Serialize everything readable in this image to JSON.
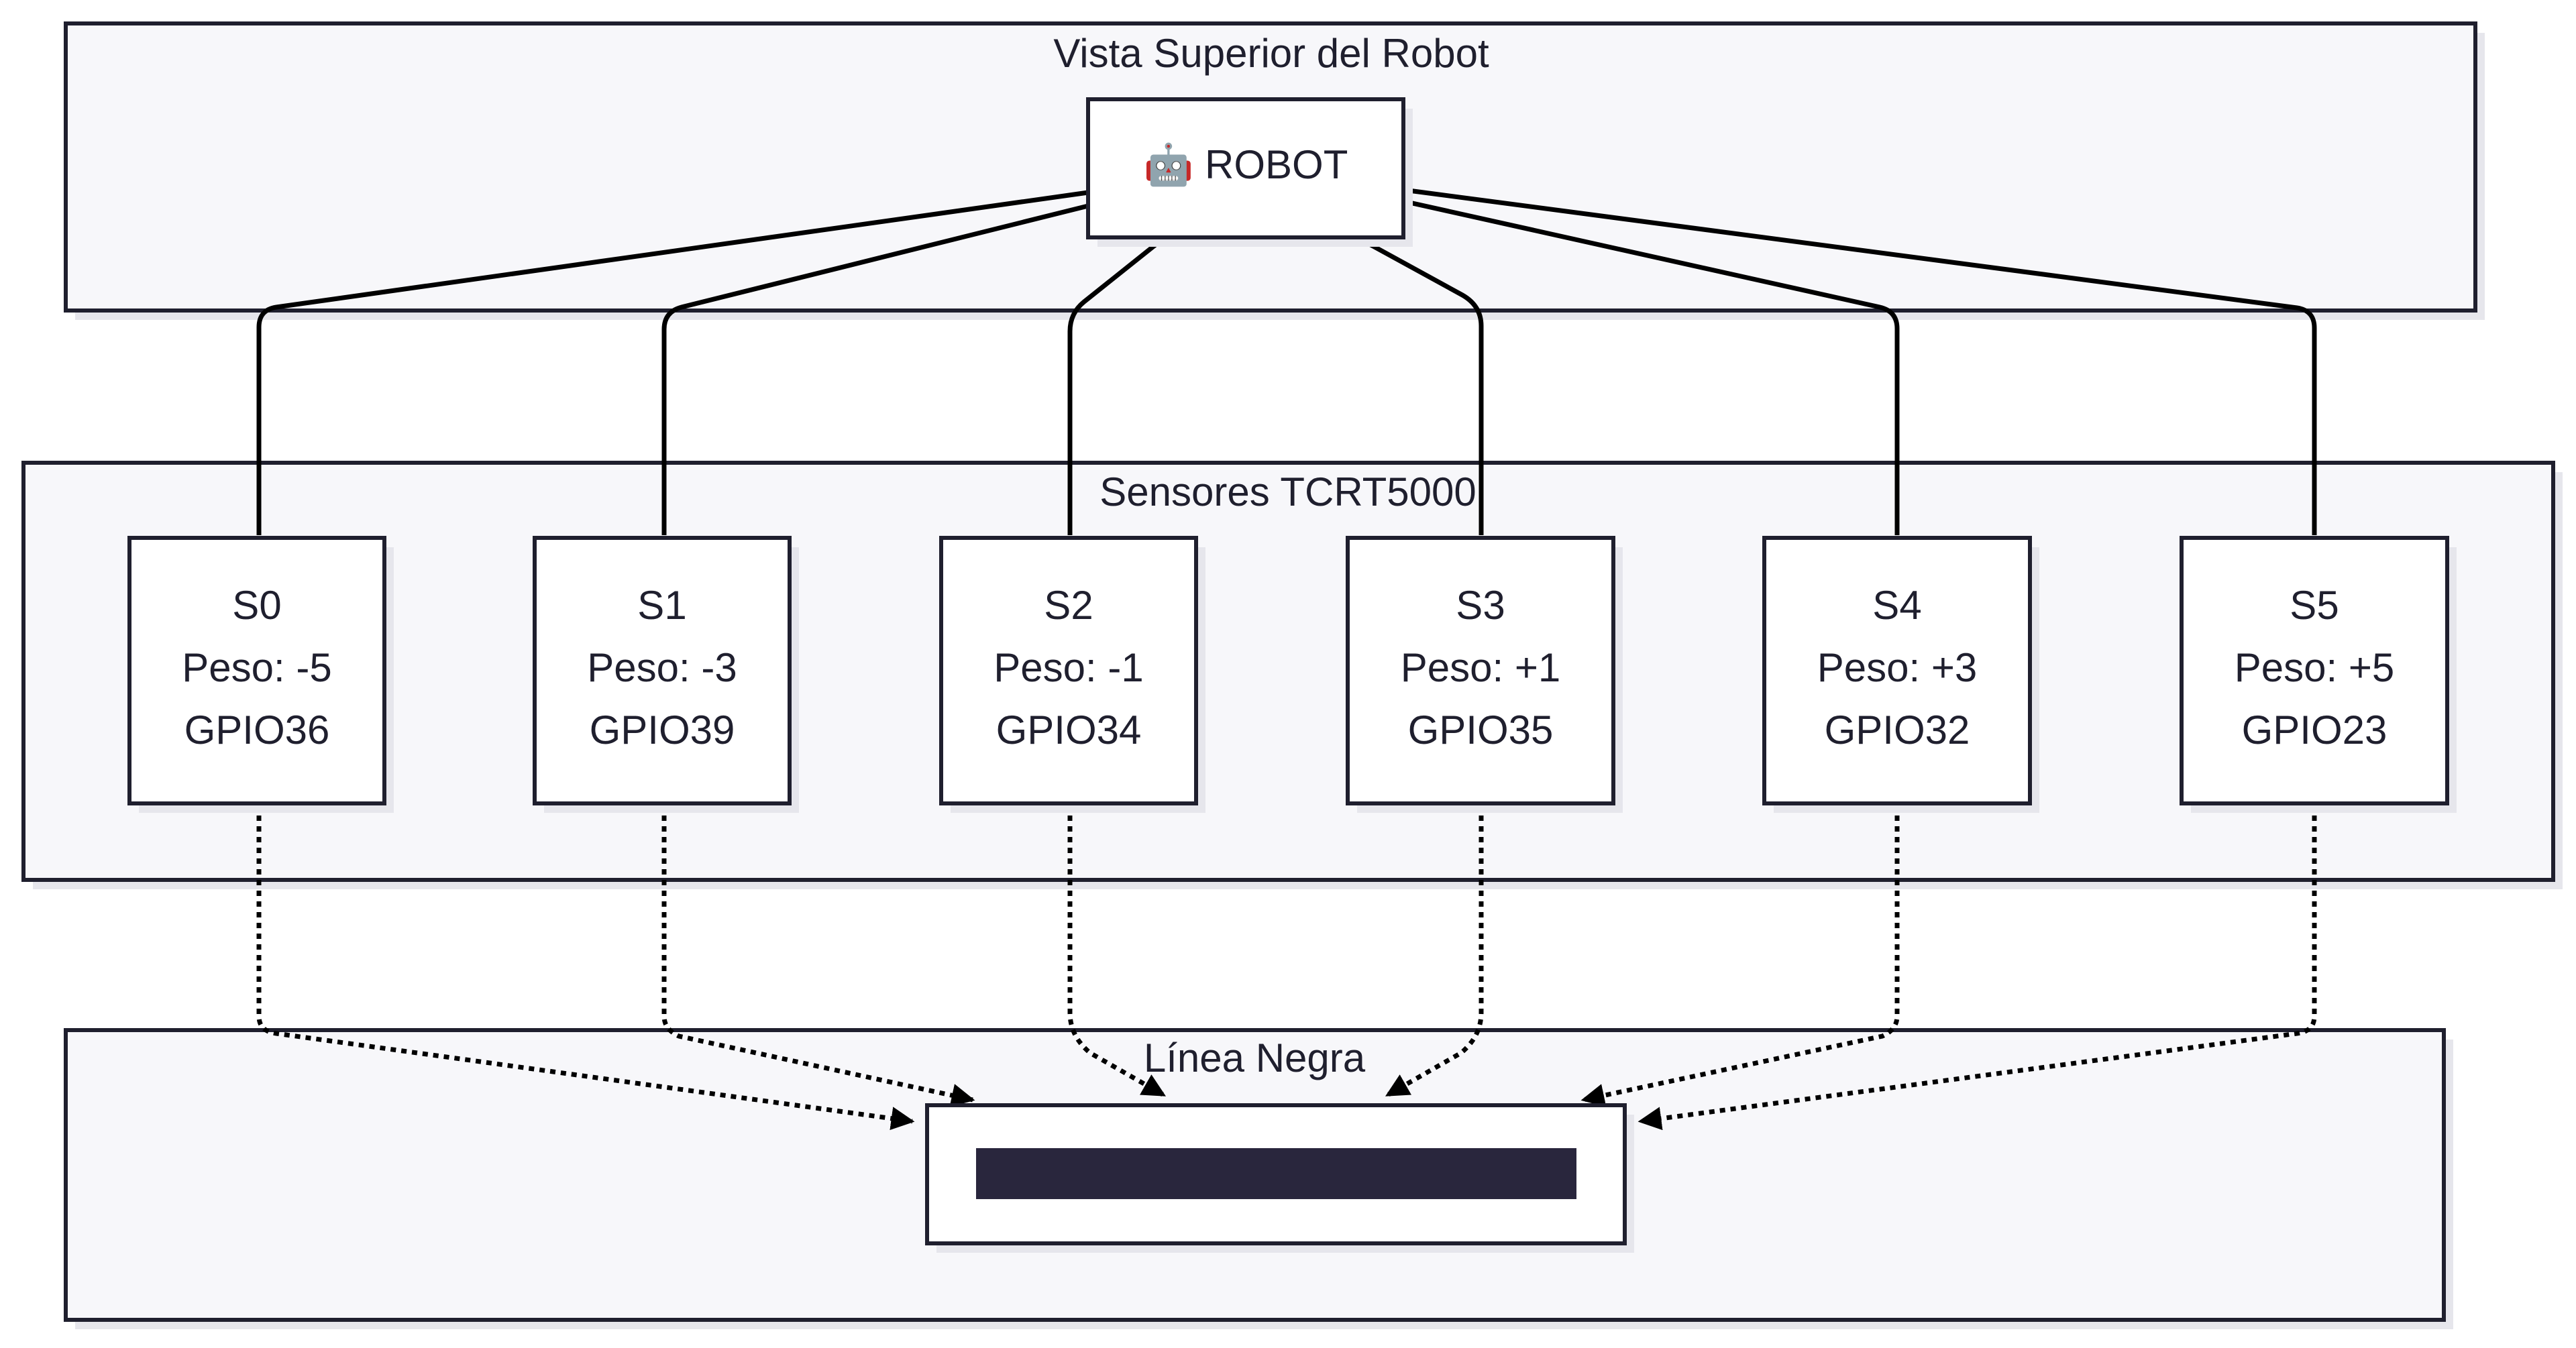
{
  "clusters": {
    "robot_view": {
      "title": "Vista Superior del Robot"
    },
    "sensors": {
      "title": "Sensores TCRT5000"
    },
    "line": {
      "title": "Línea Negra"
    }
  },
  "robot": {
    "icon": "robot-icon",
    "label": "🤖 ROBOT"
  },
  "sensors": [
    {
      "name": "S0",
      "weight": "Peso: -5",
      "gpio": "GPIO36"
    },
    {
      "name": "S1",
      "weight": "Peso: -3",
      "gpio": "GPIO39"
    },
    {
      "name": "S2",
      "weight": "Peso: -1",
      "gpio": "GPIO34"
    },
    {
      "name": "S3",
      "weight": "Peso: +1",
      "gpio": "GPIO35"
    },
    {
      "name": "S4",
      "weight": "Peso: +3",
      "gpio": "GPIO32"
    },
    {
      "name": "S5",
      "weight": "Peso: +5",
      "gpio": "GPIO23"
    }
  ],
  "colors": {
    "ink": "#1f1f2e",
    "cluster_fill": "#f7f7fa",
    "shadow": "#e6e6ec",
    "line_bar": "#29263d"
  }
}
